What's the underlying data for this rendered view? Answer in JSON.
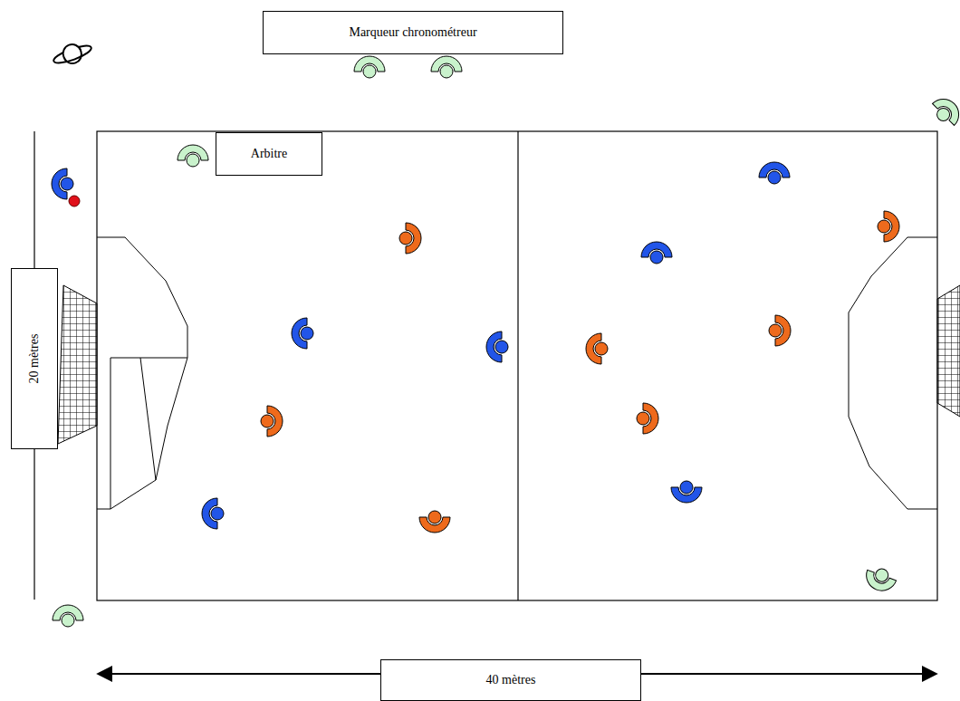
{
  "diagram": {
    "nodes": [
      {
        "text": [
          "Marqueur chronométreur"
        ]
      },
      {
        "text": [
          "Arbitre"
        ]
      },
      {
        "text": [
          "20 mètres"
        ]
      },
      {
        "text": [
          "40 mètres"
        ]
      }
    ]
  }
}
